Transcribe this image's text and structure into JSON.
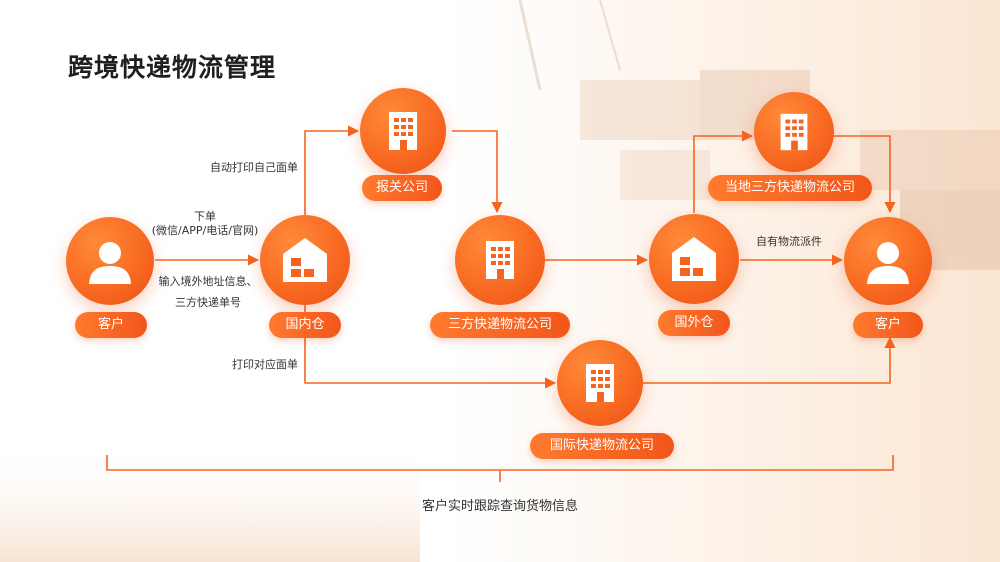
{
  "title": "跨境快递物流管理",
  "nodes": {
    "customer_left": {
      "label": "客户",
      "icon": "person-icon"
    },
    "domestic_warehouse": {
      "label": "国内仓",
      "icon": "warehouse-icon"
    },
    "customs_company": {
      "label": "报关公司",
      "icon": "building-icon"
    },
    "third_party_express": {
      "label": "三方快递物流公司",
      "icon": "building-icon"
    },
    "foreign_warehouse": {
      "label": "国外仓",
      "icon": "warehouse-icon"
    },
    "local_third_party": {
      "label": "当地三方快递物流公司",
      "icon": "building-icon"
    },
    "customer_right": {
      "label": "客户",
      "icon": "person-icon"
    },
    "international_express": {
      "label": "国际快递物流公司",
      "icon": "building-icon"
    }
  },
  "edges": {
    "order_line1": "下单",
    "order_line2": "(微信/APP/电话/官网)",
    "input_line1": "输入境外地址信息、",
    "input_line2": "三方快递单号",
    "auto_print": "自动打印自己面单",
    "print_corresponding": "打印对应面单",
    "self_delivery": "自有物流派件"
  },
  "tracking_text": "客户实时跟踪查询货物信息",
  "colors": {
    "accent": "#f5641e",
    "accent_dark": "#ec4f14",
    "title": "#1f1f1f"
  }
}
